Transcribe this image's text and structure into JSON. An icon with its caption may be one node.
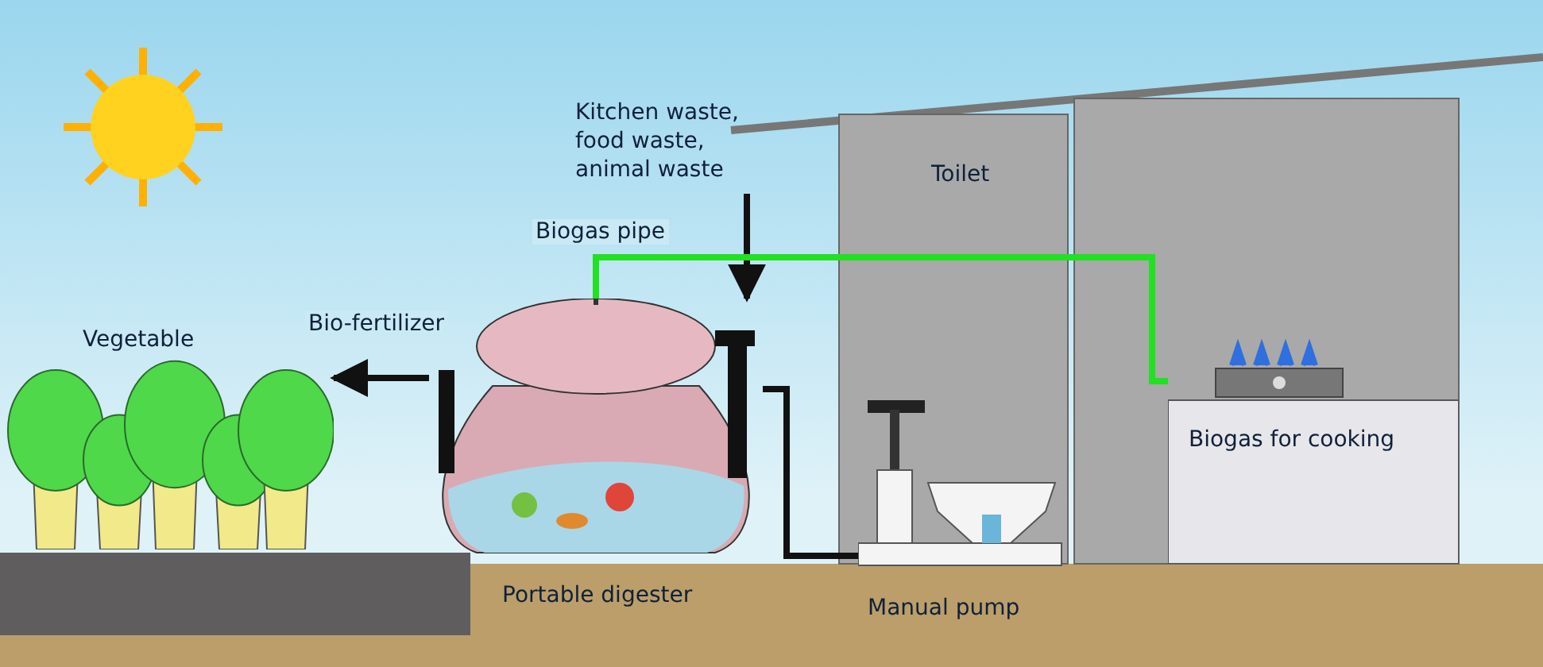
{
  "diagram": {
    "nodes": [
      {
        "text": [
          "Vegetable"
        ]
      },
      {
        "text": [
          "Portable digester"
        ]
      },
      {
        "text": [
          "Kitchen waste, food waste, animal waste"
        ]
      },
      {
        "text": [
          "Manual pump"
        ]
      },
      {
        "text": [
          "Biogas for cooking"
        ]
      }
    ],
    "edges": [
      {
        "from": 1,
        "to": 0,
        "arrow": "to",
        "label": "Bio-fertilizer"
      },
      {
        "from": 2,
        "to": 1,
        "arrow": "to"
      },
      {
        "from": 1,
        "to": 4,
        "arrow": "none",
        "label": "Biogas pipe",
        "color": "#22e022"
      },
      {
        "from": 1,
        "to": 3,
        "arrow": "none"
      }
    ],
    "labels": [
      "Toilet"
    ]
  }
}
